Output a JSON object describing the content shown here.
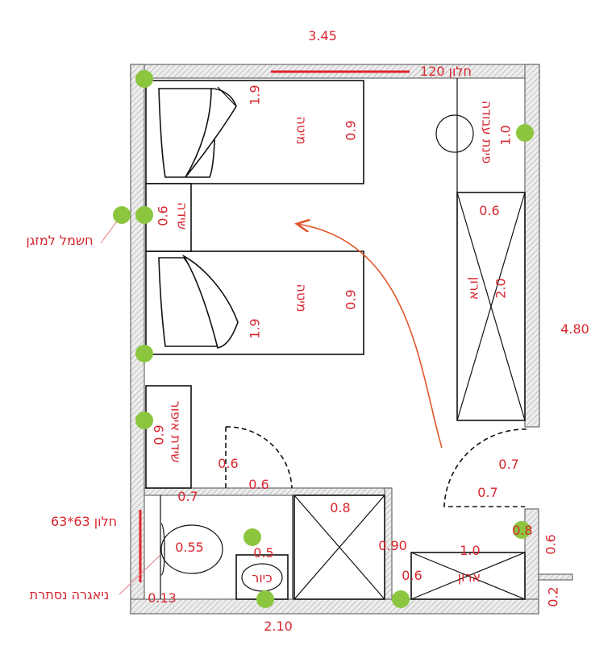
{
  "dimensions": {
    "top_width": "3.45",
    "right_height": "4.80",
    "bottom_width": "2.10",
    "window_top": "חלון 120",
    "window_side": "חלון 63*63"
  },
  "beds": [
    {
      "label": "מיטה",
      "length": "1.9",
      "width": "0.9"
    },
    {
      "label": "מיטה",
      "length": "1.9",
      "width": "0.9"
    }
  ],
  "nightstand": {
    "label": "שידה",
    "size": "0.6"
  },
  "makeup_table": {
    "label": "שידת איפור",
    "size": "0.9"
  },
  "work_corner": {
    "label": "פינת עבודה",
    "size": "1.0"
  },
  "wardrobe": {
    "label": "ארון",
    "depth": "0.6",
    "length": "2.0"
  },
  "small_wardrobe": {
    "label": "ארון",
    "length": "1.0",
    "depth": "0.6"
  },
  "doors": {
    "bathroom_a": "0.6",
    "bathroom_b": "0.6",
    "entry_a": "0.7",
    "entry_b": "0.7"
  },
  "bathroom": {
    "toilet": "0.55",
    "sink_label": "כיור",
    "sink": "0.5",
    "shower": "0.8",
    "depth": "0.90",
    "edge": "0.7",
    "bottom_left": "0.13"
  },
  "notes": {
    "ac_power": "חשמל למזגן",
    "hidden_flush": "ניאגרה נסתרת",
    "side_small": "0.8",
    "side_right": "0.6",
    "side_bottom": "0.2"
  },
  "colors": {
    "label": "#d7262e",
    "dot": "#8cc63f",
    "arrow": "#e0562a",
    "window": "#e0242c"
  }
}
